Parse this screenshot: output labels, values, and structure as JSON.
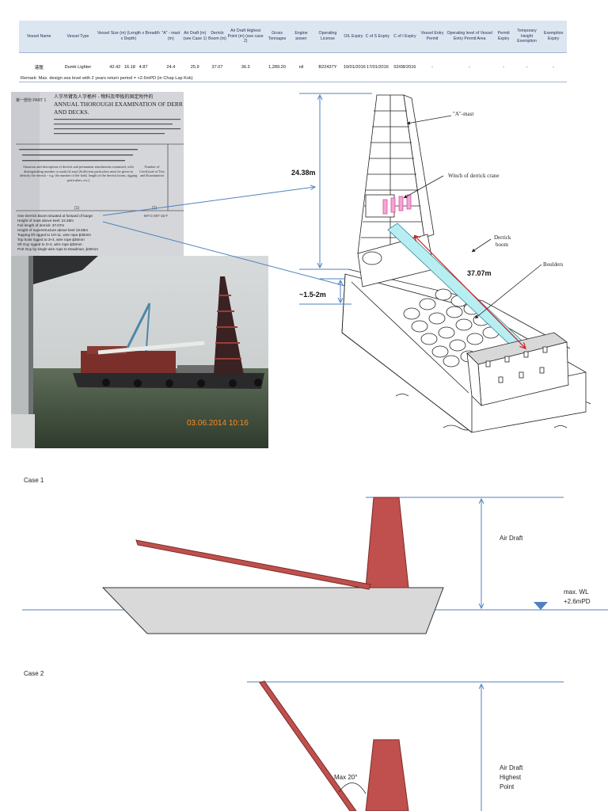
{
  "table": {
    "headers": [
      "Vessel Name",
      "Vessel Type",
      "Vessel Size (m) (Length x Breadth x Depth)",
      "\"A\" - mast (m)",
      "Air Draft (m) (see Case 1)",
      "Derrick Boom (m)",
      "Air Draft Highest Point (m) (see case 2)",
      "Gross Tonnages",
      "Engine power",
      "Operating License",
      "O/L Expiry",
      "C of S Expiry",
      "C of I Expiry",
      "Vessel Entry Permit",
      "Operating level of Vessel Entry Permit Area",
      "Permit Expiry",
      "Temporary Height Exemption",
      "Exemption Expiry"
    ],
    "row": [
      "港龍",
      "Dumb Lighter",
      "42.42",
      "16.18",
      "4.87",
      "24.4",
      "25.9",
      "37.07",
      "36.3",
      "1,289.20",
      "nil",
      "B22437Y",
      "19/01/2016",
      "17/01/2016",
      "02/08/2016",
      "-",
      "-",
      "-",
      "-",
      "-"
    ]
  },
  "remark": "Remark: Max. design sea level with 2 years return period = +2.6mPD (in Chap Lap Kok)",
  "doc_photo": {
    "part_label": "第一部份 PART 1",
    "title_cn": "人字吊臂及人字桅杆 - 物料及甲板的固定附件的",
    "title_en_1": "ANNUAL THOROUGH EXAMINATION OF DERR",
    "title_en_2": "AND DECKS.",
    "col_head_left": "Situation and description of derrick and permanent attachments examined, with distinguishing number or mark (if any) (Sufficient particulars must be given to identify the derrick - e.g. the number of the hold, length of the derrick boom, rigging particulars, etc.)",
    "col_head_right": "Number of Certificate of Test and Examination",
    "col_num_1": "(1)",
    "col_num_2": "(1)",
    "lines": [
      "One Derrick Boom situated at forward of barge",
      "Height of mast above keel: 24.38m",
      "Full length of derrick: 37.07m",
      "Height of superstructure above keel 18.55m",
      "Topping lift rigged to 10+11, wire rope ϕ30mm",
      "Top hoist rigged to 3+4, wire rope ϕ30mm",
      "Sft Guy rigged to 3+4, wire rope ϕ30mm",
      "Port Guy by single wire rope to Deadman, ϕ30mm"
    ],
    "cert_no": "MY-C-007-15-T"
  },
  "boat_photo": {
    "timestamp": "03.06.2014 10:16"
  },
  "drawing": {
    "mast_label": "\"A\"-mast",
    "winch_label": "Winch of derrick crane",
    "boom_label_1": "Derrick",
    "boom_label_2": "boom",
    "boulders_label": "Boulders",
    "height_dim": "24.38m",
    "boom_dim": "37.07m",
    "freeboard_dim": "~1.5-2m"
  },
  "case1": {
    "label": "Case 1",
    "air_draft": "Air Draft",
    "wl_1": "max. WL",
    "wl_2": "+2.6mPD"
  },
  "case2": {
    "label": "Case  2",
    "angle": "Max 20°",
    "air_draft_1": "Air Draft",
    "air_draft_2": "Highest",
    "air_draft_3": "Point"
  },
  "colors": {
    "mast": "#c0504d",
    "line": "#4f81bd",
    "header_bg": "#dce6f1",
    "boom": "#b7eef2"
  }
}
